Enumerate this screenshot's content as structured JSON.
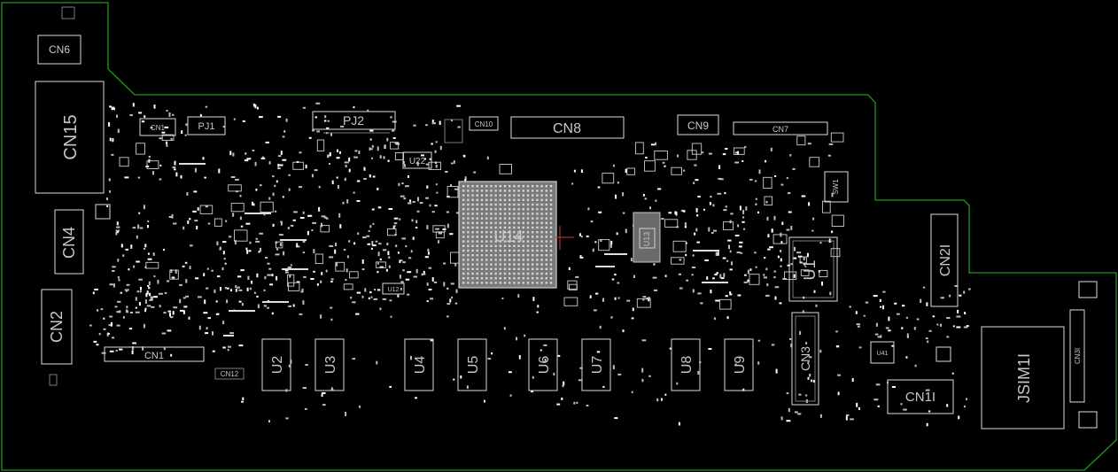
{
  "board": {
    "outline_color": "#1f9a1f",
    "background": "#000000",
    "silkscreen_color": "#c8c8c8"
  },
  "labels": {
    "cn6": "CN6",
    "cn15": "CN15",
    "cn4": "CN4",
    "cn2": "CN2",
    "cn1": "CN1",
    "cn12": "CN12",
    "pj1": "PJ1",
    "pj2": "PJ2",
    "u22": "U22",
    "cn10": "CN10",
    "cn8": "CN8",
    "cn9": "CN9",
    "cn7": "CN7",
    "sw1": "SW1",
    "u14": "U14",
    "u1": "U1",
    "cn21": "CN2I",
    "u2": "U2",
    "u3": "U3",
    "u4": "U4",
    "u5": "U5",
    "u6": "U6",
    "u7": "U7",
    "u8": "U8",
    "u9": "U9",
    "cn3": "CN3",
    "cn11": "CN1I",
    "jsim1": "JSIM1I",
    "cn31": "CN3I",
    "u13": "U13",
    "u12": "U12",
    "u41": "U41",
    "cn_small": "CN1"
  }
}
